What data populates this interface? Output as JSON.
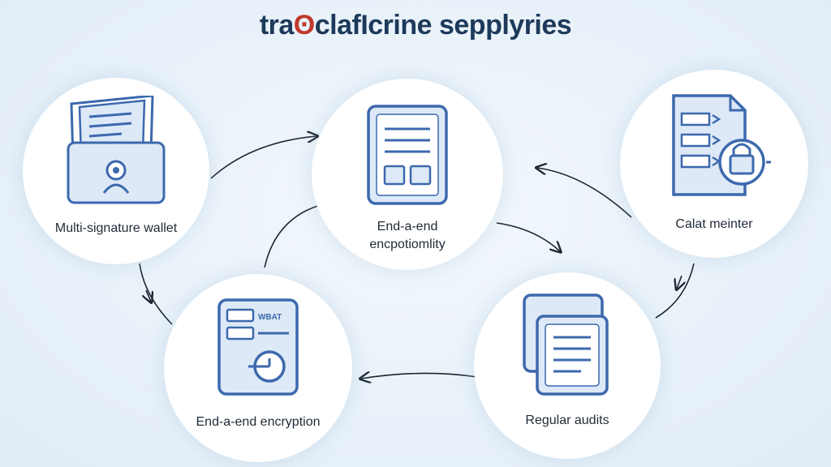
{
  "diagram": {
    "title_parts": [
      "tra",
      "ʘ",
      "clafIcrine sepplyries"
    ],
    "nodes": [
      {
        "id": "wallet",
        "label_lines": [
          "Multi-signature wallet"
        ],
        "icon": "wallet-document-icon"
      },
      {
        "id": "center",
        "label_lines": [
          "End-a-end",
          "encpotiomlity"
        ],
        "icon": "document-icon"
      },
      {
        "id": "contract",
        "label_lines": [
          "Calat meinter"
        ],
        "icon": "document-lock-icon"
      },
      {
        "id": "encryption",
        "label_lines": [
          "End-a-end encryption"
        ],
        "icon": "encryption-panel-icon",
        "icon_text": "WBAT"
      },
      {
        "id": "audits",
        "label_lines": [
          "Regular audits"
        ],
        "icon": "stacked-documents-icon"
      }
    ],
    "colors": {
      "stroke": "#3c69ae",
      "fill": "#dde9f7",
      "arrow": "#1c2630",
      "title": "#1d3a5a",
      "title_mark": "#c0392b"
    }
  }
}
